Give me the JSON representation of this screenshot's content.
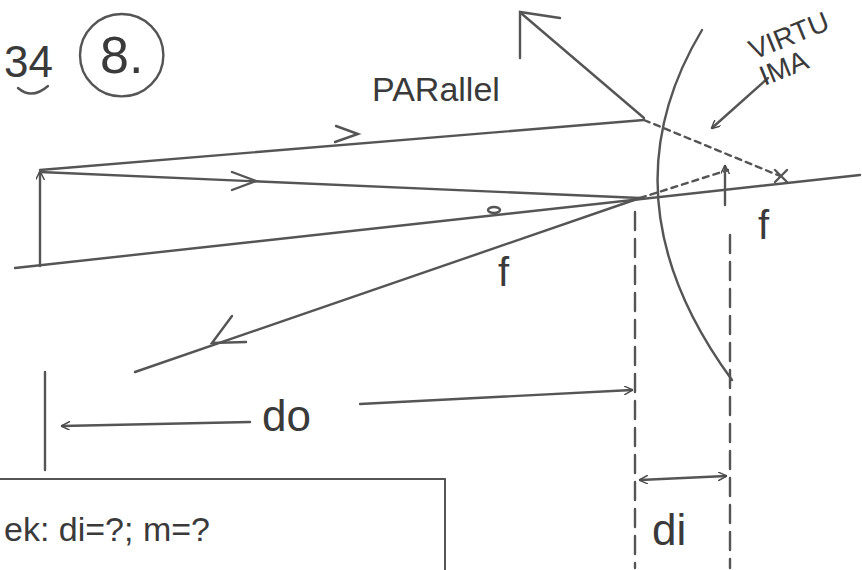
{
  "diagram": {
    "nodes": [
      {
        "text": [
          "8."
        ]
      },
      {
        "text": [
          "ek: di=?; m=?"
        ]
      }
    ],
    "labels": [
      "34",
      "PARallel",
      "VIRTU IMA",
      "f",
      "f",
      "do",
      "di"
    ]
  }
}
